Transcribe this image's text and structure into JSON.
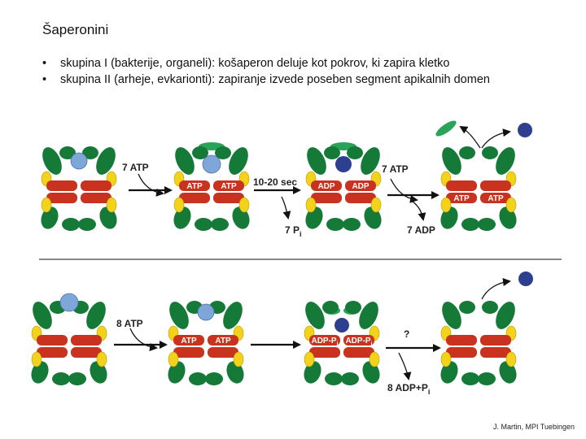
{
  "slide": {
    "title": "Šaperonini",
    "bullets": [
      "skupina I (bakterije, organeli): košaperon deluje kot pokrov, ki zapira kletko",
      "skupina II (arheje, evkarionti): zapiranje izvede poseben segment apikalnih domen"
    ],
    "credit": "J. Martin, MPI Tuebingen"
  },
  "group1": {
    "label_7atp_a": "7 ATP",
    "label_time": "10-20 sec",
    "label_7pi": "7 P",
    "label_7pi_sub": "i",
    "label_7atp_b": "7 ATP",
    "label_7adp": "7 ADP",
    "state2_bars": [
      "ATP",
      "ATP"
    ],
    "state3_bars": [
      "ADP",
      "ADP"
    ],
    "state4_bars": [
      "ATP",
      "ATP"
    ]
  },
  "group2": {
    "label_8atp": "8 ATP",
    "label_q": "?",
    "label_8adp": "8 ADP+P",
    "label_8adp_sub": "i",
    "state2_bars": [
      "ATP",
      "ATP"
    ],
    "state3_bars": [
      "ADP-P",
      "ADP-P"
    ],
    "state3_bars_sub": "i"
  },
  "colors": {
    "ring_red": "#c8321f",
    "domain_green": "#157a38",
    "domain_yellow": "#f2d21a",
    "substrate_light": "#7fa6d8",
    "substrate_dark": "#2d3f8f",
    "lid_green": "#2aa35a"
  }
}
